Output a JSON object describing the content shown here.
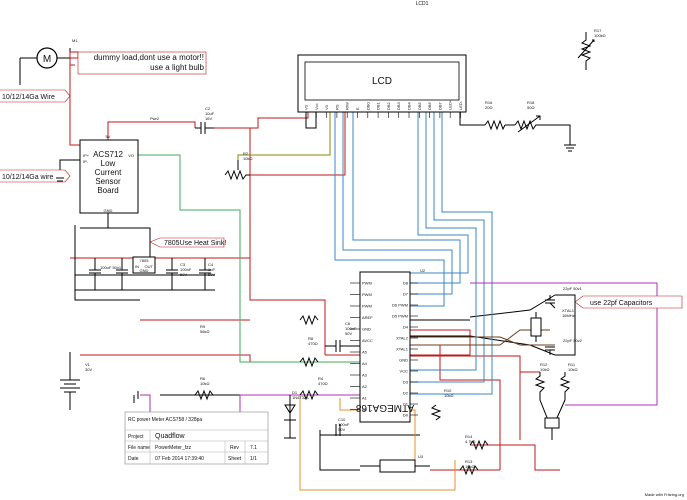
{
  "lcd": {
    "header": "LCD1",
    "label": "LCD",
    "pins": [
      "V0",
      "Vcc",
      "V0",
      "RS",
      "R/W",
      "E",
      "DB0",
      "DB1",
      "DB2",
      "DB3",
      "DB4",
      "DB5",
      "DB6",
      "DB7",
      "LED+",
      "LED-"
    ]
  },
  "motor": {
    "symbol": "M",
    "ref": "M1"
  },
  "notes": {
    "dummy_load": "dummy load,dont use a motor!!",
    "light_bulb": "use a light bulb",
    "heat_sink": "7805Use Heat Sink!",
    "caps": "use 22pf Capacitors"
  },
  "wires": {
    "top": "10/12/14Ga Wire",
    "bottom": "10/12/14Ga wire"
  },
  "sensor": {
    "title": [
      "ACS712",
      "Low",
      "Current",
      "Sensor",
      "Board"
    ],
    "pin_5v": "5V",
    "pin_gnd": "GND",
    "pin_vo": "VO",
    "pin_ip_plus": "IP+",
    "pin_ip_minus": "IP-"
  },
  "mcu": {
    "ref": "U2",
    "name": "ATMEGA168",
    "left_pins": [
      "PWM",
      "PWM",
      "PWM",
      "AREF",
      "GND",
      "AVCC",
      "A5",
      "A4",
      "A3",
      "A2",
      "A1",
      "A0"
    ],
    "right_pins": [
      "D8",
      "D7",
      "D6 PWM",
      "D5 PWM",
      "D4",
      "XTAL2",
      "XTAL1",
      "GND",
      "VCC",
      "D3",
      "D2",
      "D1",
      "D0"
    ]
  },
  "regulator": {
    "ref": "7805",
    "pins": [
      "IN",
      "OUT",
      "GND"
    ]
  },
  "components": {
    "r2": [
      "R2",
      "10kΩ"
    ],
    "c2": [
      "C2",
      "10uF",
      "16V"
    ],
    "pwr2": "Pwr2",
    "r16": [
      "R16",
      "20Ω"
    ],
    "r18": [
      "R18",
      "50Ω"
    ],
    "r17": [
      "R17",
      "100kΩ"
    ],
    "c100": "100uF 50v1",
    "c1": [
      "C1",
      "0.1uF"
    ],
    "c3": [
      "C3",
      "100nF",
      "50V"
    ],
    "c4": [
      "C4",
      "1uF",
      "50V"
    ],
    "r9": [
      "R9",
      "56kΩ"
    ],
    "r6": [
      "R6",
      "10kΩ"
    ],
    "r8": [
      "R8",
      "470Ω"
    ],
    "r4": [
      "R4",
      "470Ω"
    ],
    "c6": [
      "C6",
      "100nF",
      "50V"
    ],
    "c10": [
      "C10",
      "100nF",
      "50V"
    ],
    "v1": [
      "V1",
      "30V"
    ],
    "d1": [
      "D1",
      "1N4732A"
    ],
    "r10": [
      "R10",
      "10kΩ"
    ],
    "c22a": "22pF 50v1",
    "c22b": "22pF 50v2",
    "xtal": [
      "XTAL1",
      "16MHz"
    ],
    "r12": [
      "R12",
      "10kΩ"
    ],
    "r11": [
      "R11",
      "10kΩ"
    ],
    "r14": [
      "R14",
      "4.7kΩ"
    ],
    "r13": [
      "R13",
      "10kΩ"
    ],
    "u3": "U3"
  },
  "title_block": {
    "heading": "RC power Meter ACS758 / 328pa",
    "project_label": "Project",
    "project_value": "Quadflow",
    "file_label": "File name",
    "file_value": "PowerMeter_fzz",
    "rev_label": "Rev",
    "rev_value": "7.1",
    "date_label": "Date",
    "date_value": "07 Feb 2014 17:39:40",
    "sheet_label": "Sheet",
    "sheet_value": "1/1"
  },
  "footer": "Made with Fritzing.org",
  "colors": {
    "red": "#c0191a",
    "blue": "#3d86c6",
    "green": "#41a85f",
    "orange": "#e8902a",
    "purple": "#b030b0",
    "olive": "#8a8a00",
    "brown": "#6b3d1d",
    "black": "#000000"
  }
}
